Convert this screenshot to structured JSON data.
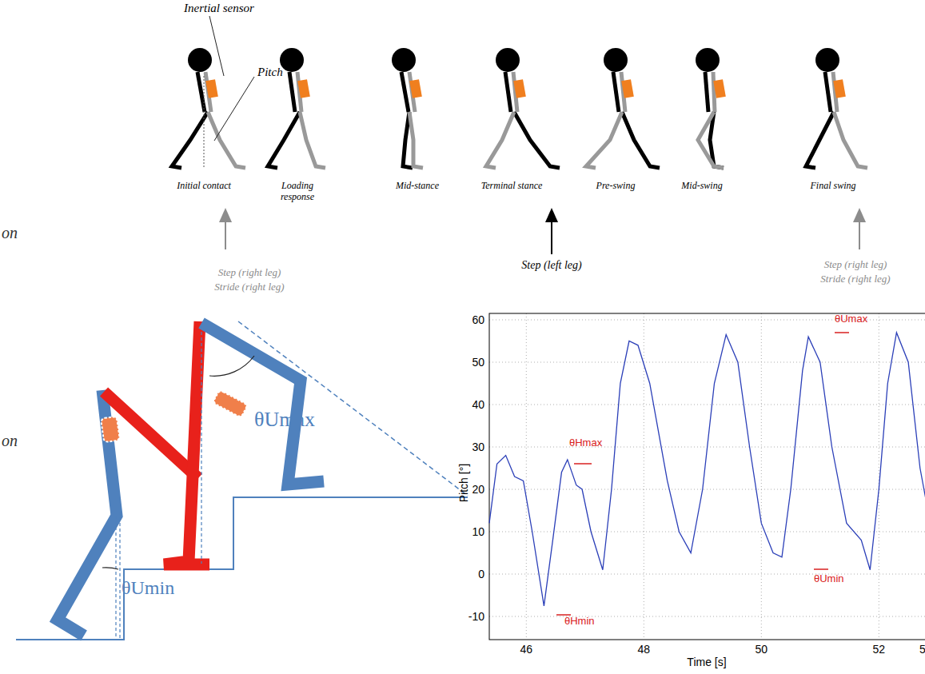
{
  "diagram": {
    "labels": [
      "Inertial sensor",
      "Pitch",
      "Initial contact",
      "Loading response",
      "Mid-stance",
      "Terminal stance",
      "Pre-swing",
      "Mid-swing",
      "Final swing",
      "Step (right leg)",
      "Stride (right leg)",
      "Step (left leg)",
      "Step (right leg)",
      "Stride (right leg)",
      "on",
      "on",
      "θUmax",
      "θUmin",
      "θHmax",
      "θHmin",
      "θUmin",
      "θUmax",
      "60",
      "50",
      "40",
      "30",
      "20",
      "10",
      "0",
      "-10",
      "46",
      "48",
      "50",
      "52",
      "5",
      "Pitch [°]",
      "Time [s]"
    ]
  }
}
